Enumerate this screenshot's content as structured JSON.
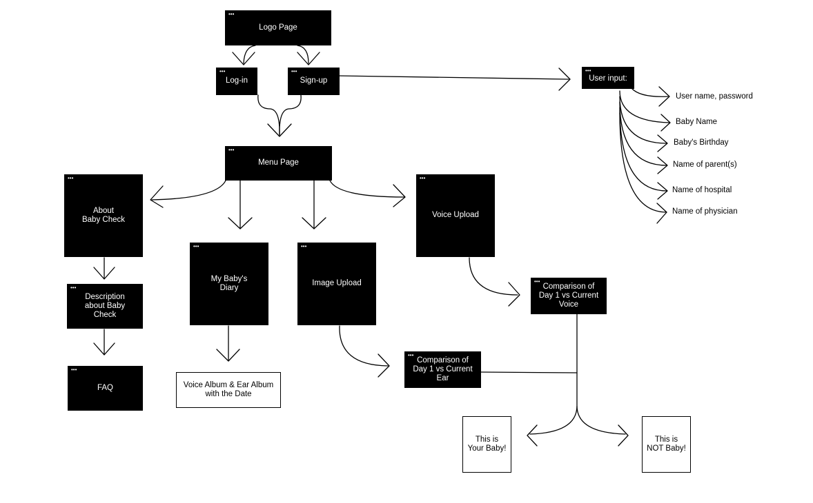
{
  "nodes": {
    "logo_page": "Logo Page",
    "login": "Log-in",
    "signup": "Sign-up",
    "user_input": "User input:",
    "menu_page": "Menu Page",
    "about": "About\nBaby Check",
    "description": "Description\nabout Baby\nCheck",
    "faq": "FAQ",
    "diary": "My Baby's\nDiary",
    "album": "Voice Album & Ear Album\nwith the Date",
    "image_upload": "Image Upload",
    "voice_upload": "Voice Upload",
    "compare_voice": "Comparison of\nDay 1 vs Current\nVoice",
    "compare_ear": "Comparison of\nDay 1 vs Current\nEar",
    "your_baby": "This is\nYour Baby!",
    "not_baby": "This is\nNOT Baby!"
  },
  "window_dots": "•••",
  "user_fields": [
    "User name, password",
    "Baby Name",
    "Baby's Birthday",
    "Name of parent(s)",
    "Name of hospital",
    "Name of physician"
  ]
}
